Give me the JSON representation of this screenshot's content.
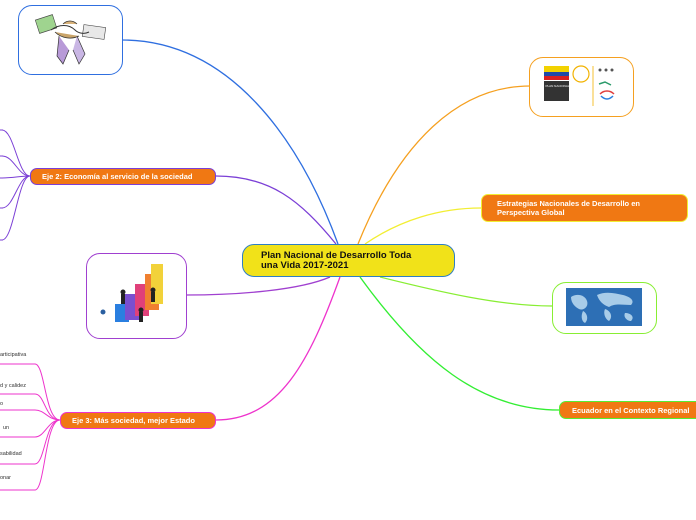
{
  "central": {
    "line1": "Plan Nacional de Desarrollo Toda",
    "line2": "una Vida 2017-2021"
  },
  "eje2": {
    "label": "Eje 2: Economía al servicio de la sociedad"
  },
  "eje3": {
    "label": "Eje 3: Más sociedad, mejor Estado",
    "children": [
      "articipativa",
      "d y calidez",
      "o",
      "un",
      "sabilidad",
      "onar"
    ]
  },
  "estrategias": {
    "line1": "Estrategias Nacionales de Desarrollo en",
    "line2": "Perspectiva Global"
  },
  "ecuador": {
    "label": "Ecuador en el Contexto Regional"
  },
  "plan_image": {
    "text": "PLAN NACIONAL DE DESARROLLO 2017-2021"
  },
  "colors": {
    "central_fill": "#f1e219",
    "central_border": "#2f7fc4",
    "node_fill": "#f07813",
    "link_blue": "#2f6fe0",
    "link_purple": "#7b3fd6",
    "link_violet": "#a040d0",
    "link_magenta": "#ee33cc",
    "link_orange": "#f5a020",
    "link_yellow": "#f2ee33",
    "link_lime": "#88ee33",
    "link_green": "#33ee33"
  }
}
